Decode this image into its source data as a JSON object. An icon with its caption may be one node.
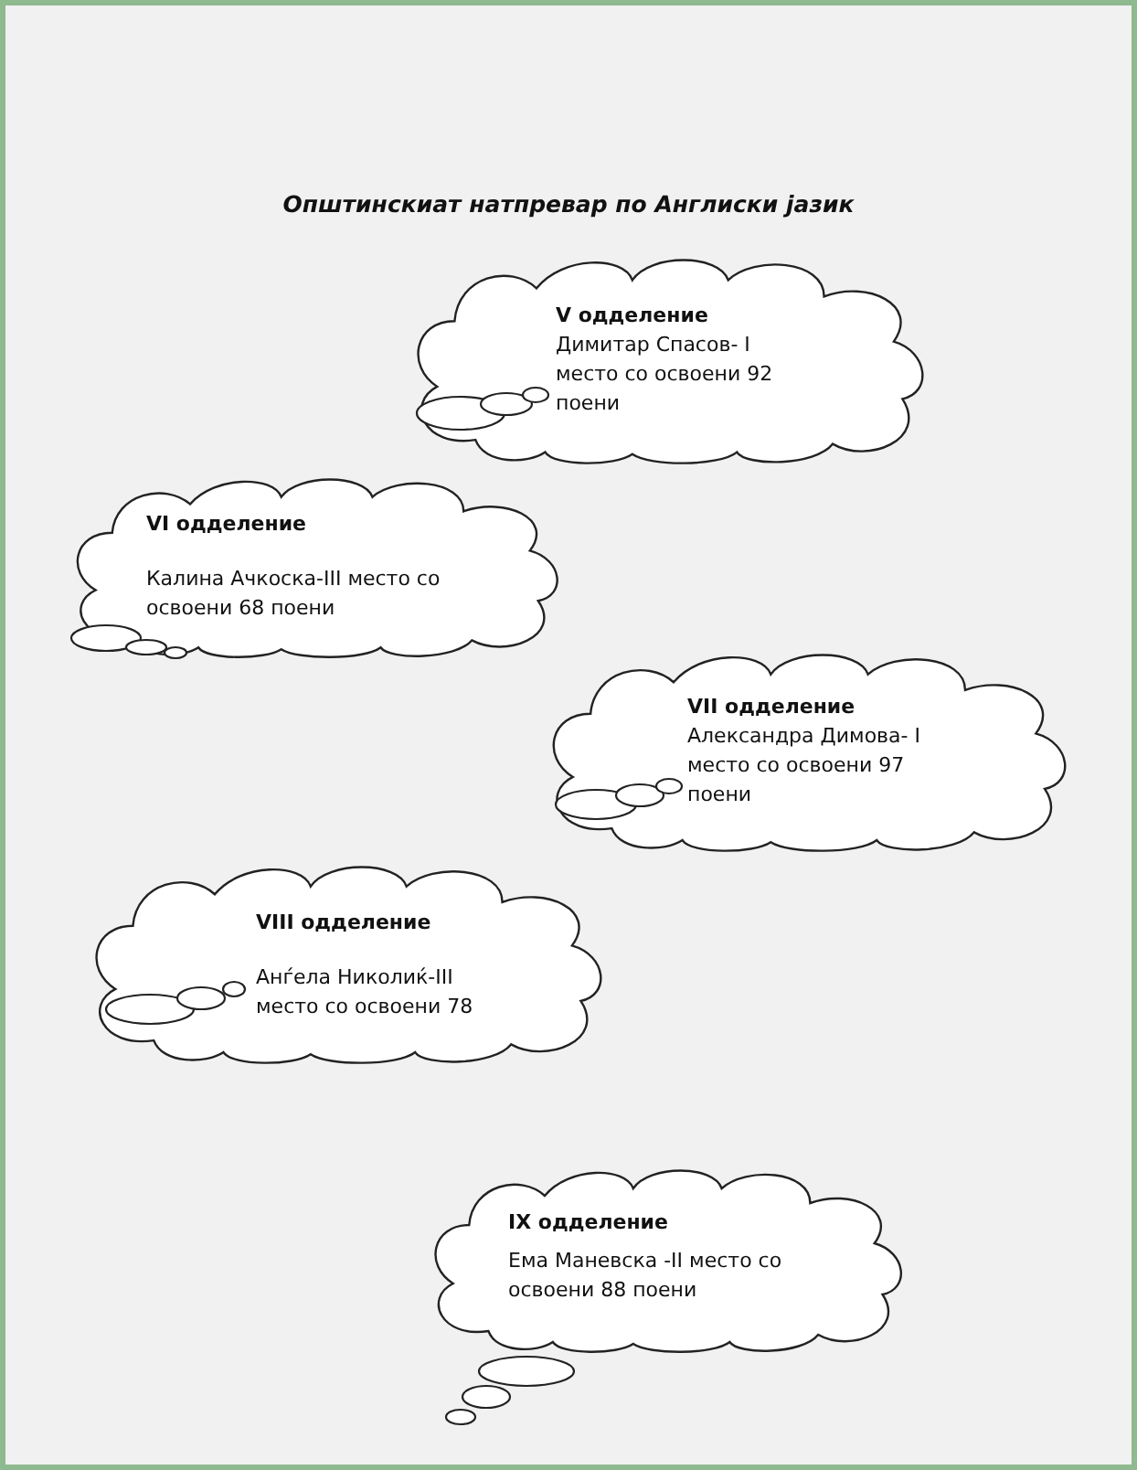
{
  "diagram": {
    "title": "Општинскиат натпревар по Англиски јазик",
    "nodes": [
      {
        "text": [
          "V одделение",
          "Димитар Спасов- I место со освоени 92 поени"
        ]
      },
      {
        "text": [
          "VI одделение",
          "Калина Ачкоска-III место со освоени 68 поени"
        ]
      },
      {
        "text": [
          "VII одделение",
          "Александра Димова- I место со освоени 97 поени"
        ]
      },
      {
        "text": [
          "VIII одделение",
          "Анѓела Николиќ-III место со освоени 78"
        ]
      },
      {
        "text": [
          "IX одделение",
          "Ема Маневска -II место со освоени 88 поени"
        ]
      }
    ]
  }
}
